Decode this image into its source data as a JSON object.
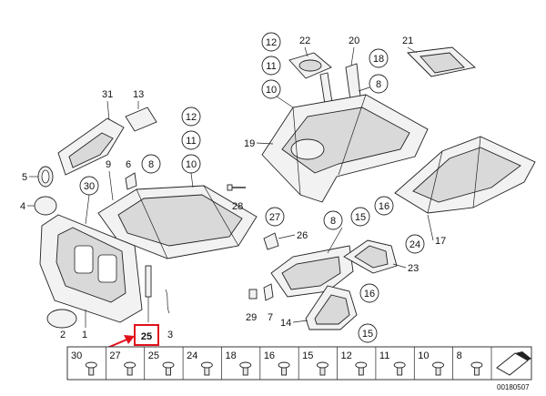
{
  "callouts": {
    "c12a": "12",
    "c11a": "11",
    "c10a": "10",
    "c22": "22",
    "c20": "20",
    "c21": "21",
    "c18a": "18",
    "c8a": "8",
    "c19": "19",
    "c31": "31",
    "c13": "13",
    "c12b": "12",
    "c11b": "11",
    "c10b": "10",
    "c5": "5",
    "c6": "6",
    "c9": "9",
    "c8b": "8",
    "c4": "4",
    "c30": "30",
    "c28": "28",
    "c17": "17",
    "c27": "27",
    "c26": "26",
    "c8c": "8",
    "c15a": "15",
    "c16a": "16",
    "c24": "24",
    "c23": "23",
    "c2": "2",
    "c1": "1",
    "c3": "3",
    "c25": "25",
    "c29": "29",
    "c7": "7",
    "c14": "14",
    "c16b": "16",
    "c15b": "15"
  },
  "parts_row": [
    "30",
    "27",
    "25",
    "24",
    "18",
    "16",
    "15",
    "12",
    "11",
    "10",
    "8"
  ],
  "catalog_number": "00180507",
  "highlight": {
    "label": "25",
    "color": "#e0101a"
  }
}
